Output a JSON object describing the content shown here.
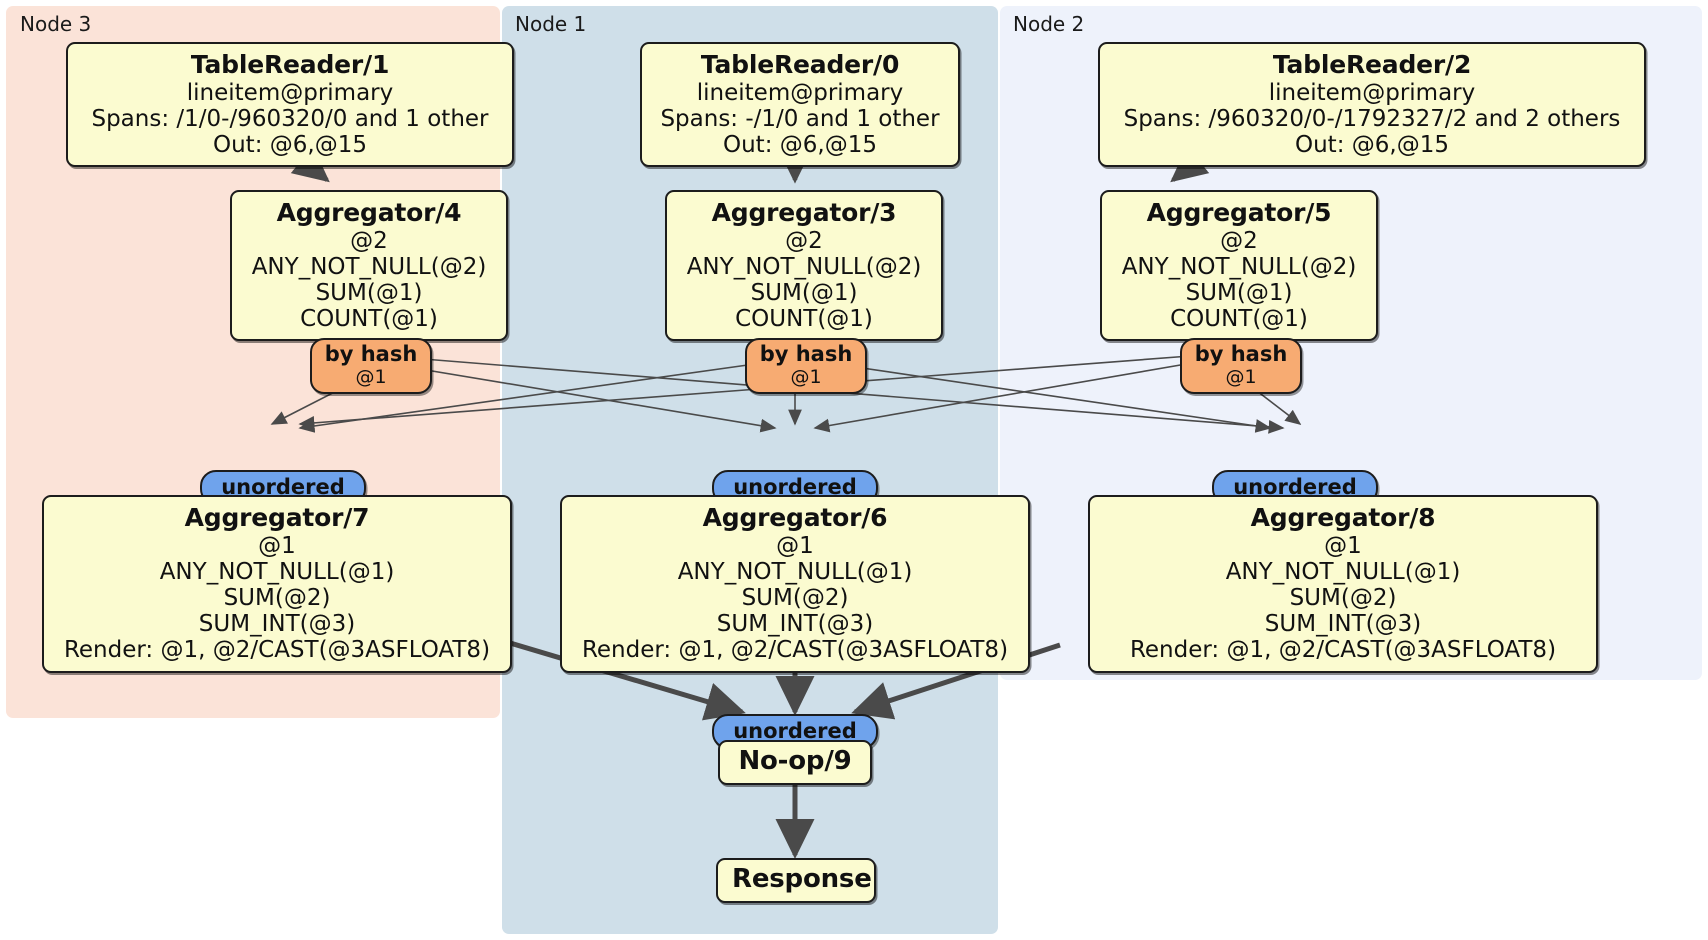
{
  "diagram": {
    "type": "distributed-query-plan",
    "panels": [
      {
        "id": "node3",
        "label": "Node 3",
        "color": "#fbe3d8"
      },
      {
        "id": "node1",
        "label": "Node 1",
        "color": "#cfdfe9"
      },
      {
        "id": "node2",
        "label": "Node 2",
        "color": "#eef2fb"
      }
    ],
    "colors": {
      "processor_fill": "#fbfbd0",
      "processor_stroke": "#1c1c1c",
      "hash_badge": "#f7ab72",
      "unordered_badge": "#6fa3ec",
      "edge": "#4a4a4a"
    },
    "nodes": {
      "table_reader_1": {
        "title": "TableReader/1",
        "lines": [
          "lineitem@primary",
          "Spans: /1/0-/960320/0 and 1 other",
          "Out: @6,@15"
        ]
      },
      "table_reader_0": {
        "title": "TableReader/0",
        "lines": [
          "lineitem@primary",
          "Spans: -/1/0 and 1 other",
          "Out: @6,@15"
        ]
      },
      "table_reader_2": {
        "title": "TableReader/2",
        "lines": [
          "lineitem@primary",
          "Spans: /960320/0-/1792327/2 and 2 others",
          "Out: @6,@15"
        ]
      },
      "aggregator_4": {
        "title": "Aggregator/4",
        "lines": [
          "@2",
          "ANY_NOT_NULL(@2)",
          "SUM(@1)",
          "COUNT(@1)"
        ]
      },
      "aggregator_3": {
        "title": "Aggregator/3",
        "lines": [
          "@2",
          "ANY_NOT_NULL(@2)",
          "SUM(@1)",
          "COUNT(@1)"
        ]
      },
      "aggregator_5": {
        "title": "Aggregator/5",
        "lines": [
          "@2",
          "ANY_NOT_NULL(@2)",
          "SUM(@1)",
          "COUNT(@1)"
        ]
      },
      "aggregator_7": {
        "title": "Aggregator/7",
        "lines": [
          "@1",
          "ANY_NOT_NULL(@1)",
          "SUM(@2)",
          "SUM_INT(@3)",
          "Render: @1, @2/CAST(@3ASFLOAT8)"
        ]
      },
      "aggregator_6": {
        "title": "Aggregator/6",
        "lines": [
          "@1",
          "ANY_NOT_NULL(@1)",
          "SUM(@2)",
          "SUM_INT(@3)",
          "Render: @1, @2/CAST(@3ASFLOAT8)"
        ]
      },
      "aggregator_8": {
        "title": "Aggregator/8",
        "lines": [
          "@1",
          "ANY_NOT_NULL(@1)",
          "SUM(@2)",
          "SUM_INT(@3)",
          "Render: @1, @2/CAST(@3ASFLOAT8)"
        ]
      },
      "noop_9": {
        "title": "No-op/9"
      },
      "response": {
        "title": "Response"
      }
    },
    "badges": {
      "hash_left": {
        "line1": "by hash",
        "line2": "@1"
      },
      "hash_center": {
        "line1": "by hash",
        "line2": "@1"
      },
      "hash_right": {
        "line1": "by hash",
        "line2": "@1"
      },
      "unordered_left": {
        "line1": "unordered"
      },
      "unordered_center": {
        "line1": "unordered"
      },
      "unordered_right": {
        "line1": "unordered"
      },
      "unordered_final": {
        "line1": "unordered"
      }
    }
  }
}
